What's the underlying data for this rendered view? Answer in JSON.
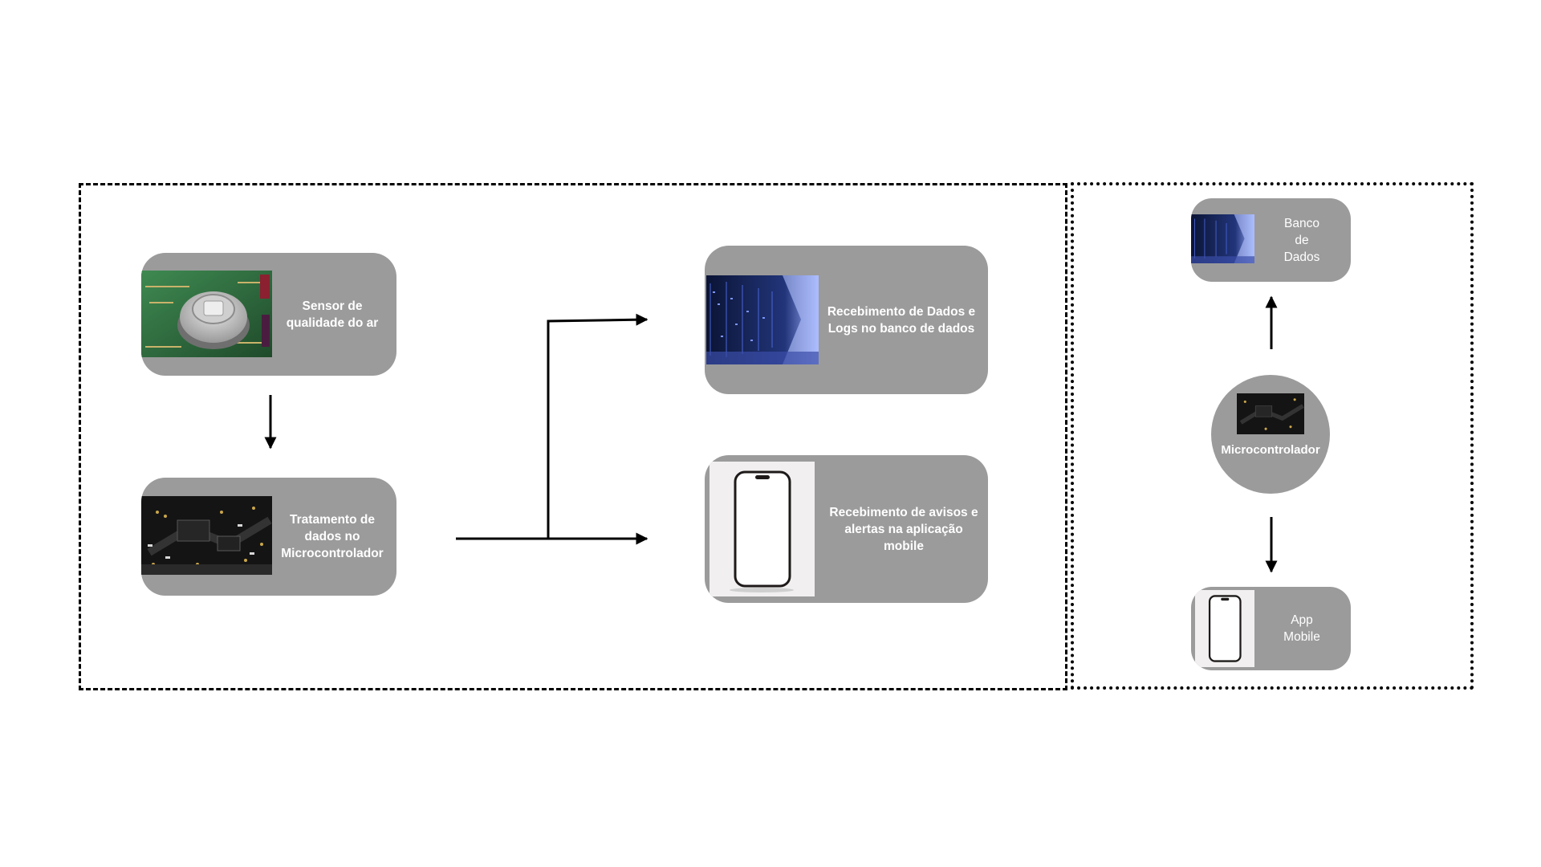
{
  "left_panel": {
    "sensor_card": {
      "label": "Sensor de qualidade do ar",
      "image_icon": "air-quality-sensor-photo"
    },
    "processing_card": {
      "label": "Tratamento de dados no Microcontrolador",
      "image_icon": "circuit-board-photo"
    },
    "database_card": {
      "label": "Recebimento de Dados e Logs no banco de dados",
      "image_icon": "server-room-photo"
    },
    "mobile_card": {
      "label": "Recebimento de avisos e alertas na aplicação mobile",
      "image_icon": "smartphone-photo"
    }
  },
  "right_panel": {
    "database_node": {
      "label": "Banco de Dados",
      "image_icon": "server-room-photo"
    },
    "microcontroller_node": {
      "label": "Microcontrolador",
      "image_icon": "circuit-board-photo"
    },
    "mobile_node": {
      "label": "App Mobile",
      "image_icon": "smartphone-photo"
    }
  },
  "colors": {
    "card_fill": "#9b9b9b",
    "card_text": "#ffffff",
    "border": "#000000",
    "background": "#ffffff"
  }
}
